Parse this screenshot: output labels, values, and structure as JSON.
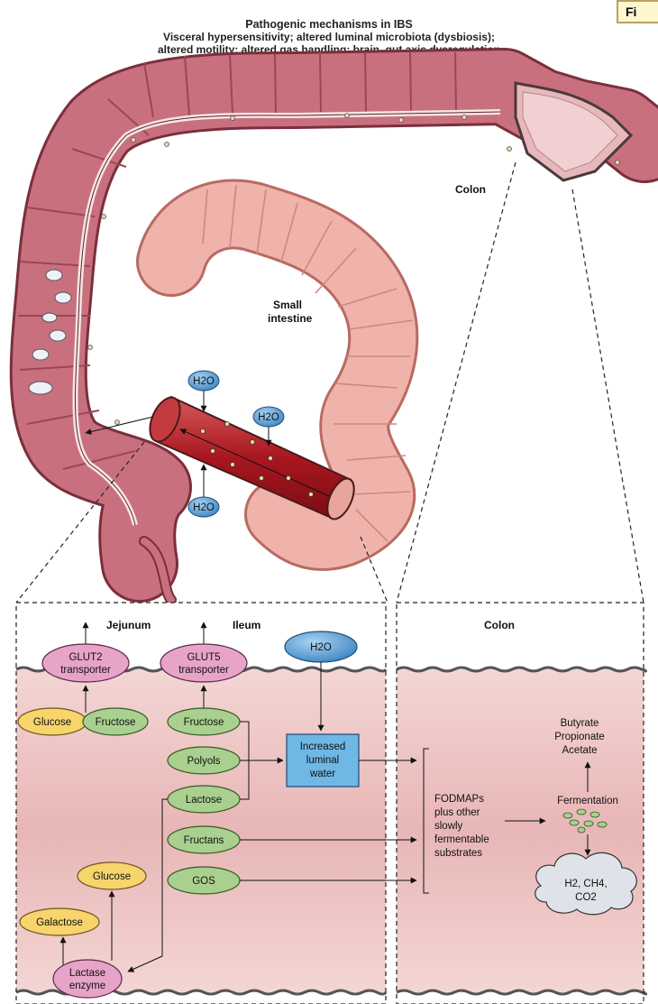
{
  "header": {
    "title": "Pathogenic mechanisms in IBS",
    "line2": "Visceral hypersensitivity; altered luminal microbiota (dysbiosis);",
    "line3": "altered motility; altered gas handling; brain–gut axis dysregulation",
    "corner_tab": "Fi"
  },
  "anatomy": {
    "colon_label": "Colon",
    "small_intestine_line1": "Small",
    "small_intestine_line2": "intestine",
    "water_bubbles": [
      "H2O",
      "H2O",
      "H2O"
    ]
  },
  "panels": {
    "left_jejunum": "Jejunum",
    "left_ileum": "Ileum",
    "right_colon": "Colon"
  },
  "transporters": {
    "glut2_line1": "GLUT2",
    "glut2_line2": "transporter",
    "glut5_line1": "GLUT5",
    "glut5_line2": "transporter"
  },
  "sugars": {
    "glucose_top": "Glucose",
    "fructose_left": "Fructose",
    "fructose": "Fructose",
    "polyols": "Polyols",
    "lactose": "Lactose",
    "fructans": "Fructans",
    "gos": "GOS",
    "glucose_bottom": "Glucose",
    "galactose": "Galactose",
    "lactase_line1": "Lactase",
    "lactase_line2": "enzyme",
    "water_top": "H2O"
  },
  "center_box": {
    "line1": "Increased",
    "line2": "luminal",
    "line3": "water"
  },
  "colon_side": {
    "fodmap_lines": [
      "FODMAPs",
      "plus other",
      "slowly",
      "fermentable",
      "substrates"
    ],
    "fermentation": "Fermentation",
    "scfa": [
      "Butyrate",
      "Propionate",
      "Acetate"
    ],
    "gas_line1": "H2, CH4,",
    "gas_line2": "CO2"
  },
  "colors": {
    "colon_fill": "#c9707f",
    "colon_stroke": "#7a2f3d",
    "small_intestine_fill": "#efb3ab",
    "ileum_segment": "#b52a2e",
    "blue_bubble": "#6aa6d6",
    "pink_oval": "#e8a3c9",
    "green_oval": "#a9d08e",
    "yellow_oval": "#f7d46c",
    "tissue_bg": "#ecc2c2"
  }
}
